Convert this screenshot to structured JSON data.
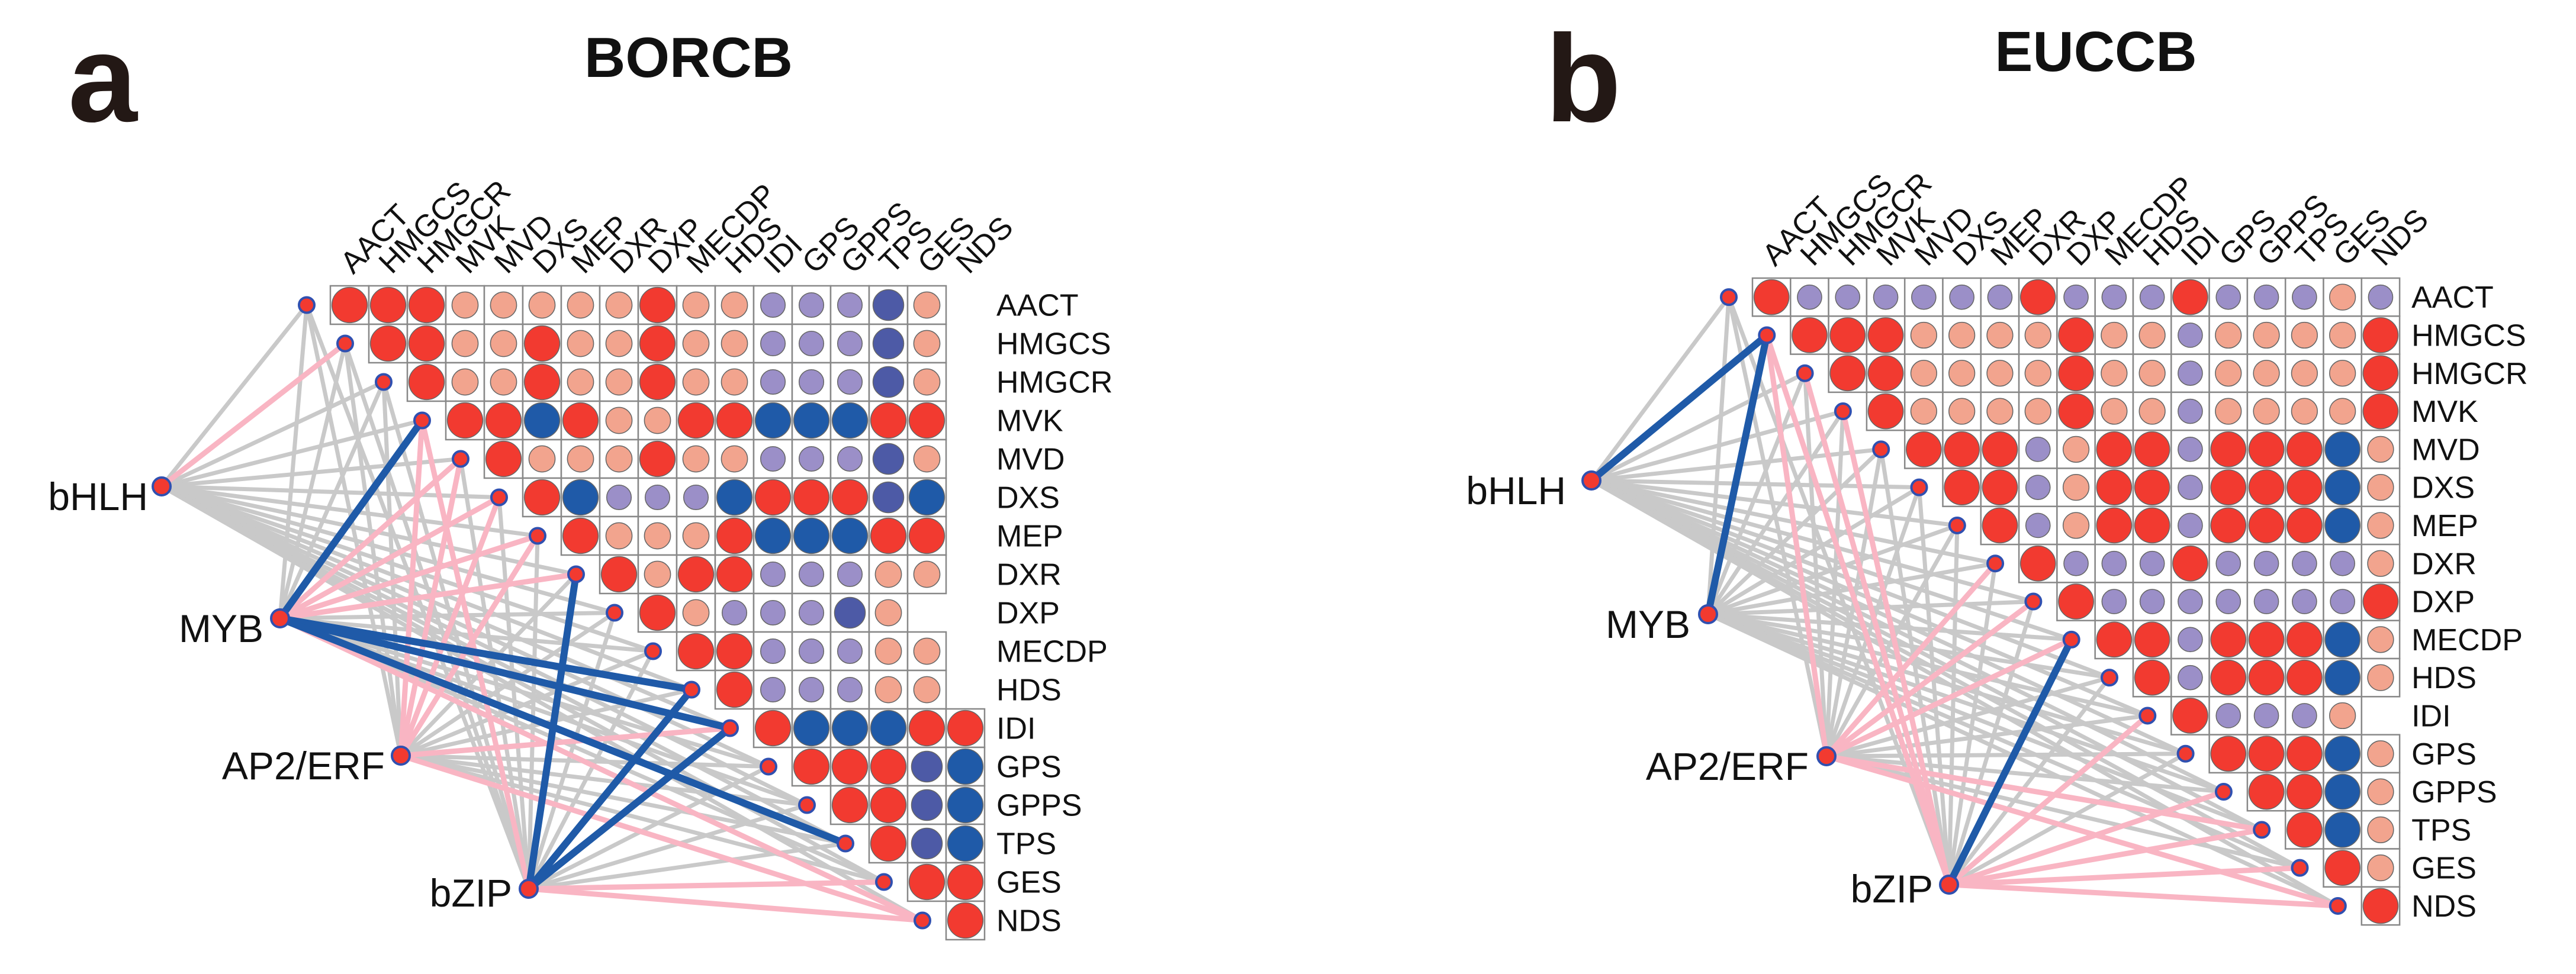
{
  "chart_data": [
    {
      "type": "heatmap",
      "panel_letter": "a",
      "title": "BORCB",
      "genes": [
        "AACT",
        "HMGCS",
        "HMGCR",
        "MVK",
        "MVD",
        "DXS",
        "MEP",
        "DXR",
        "DXP",
        "MECDP",
        "HDS",
        "IDI",
        "GPS",
        "GPPS",
        "TPS",
        "GES",
        "NDS"
      ],
      "tf_families": [
        "bHLH",
        "MYB",
        "AP2/ERF",
        "bZIP"
      ],
      "colors": {
        "strong_positive": "#f23a30",
        "weak_positive": "#f2a48e",
        "weak_negative": "#9b8fc8",
        "strong_negative": "#1f5aa8",
        "mid_negative": "#4d5aa6",
        "node": "#f23a30",
        "node_border": "#3050b0",
        "edge_positive": "#f9b5c3",
        "edge_negative": "#1f5aa8",
        "edge_neutral": "#c9c9c9",
        "grid": "#888888"
      },
      "matrix": [
        "RRRPPPPPRPPLLLNP",
        "RRPPRPPRPPLLLNP",
        "RPPRPPRPPLLLNP",
        "RRBRPPRRBBBRR",
        "RPPPRPPLLLNP",
        "RBLLLBRRRNB",
        "RPPPRBBBRR",
        "RPRRLLLPP",
        "RPLLLNP",
        "RRLLLPP",
        "RLLLPP",
        "RBBBRR",
        "RRRNB",
        "RRNB",
        "RNB",
        "RR",
        "R"
      ],
      "edges": [
        {
          "tf": "bHLH",
          "gene": "AACT",
          "sign": "neutral"
        },
        {
          "tf": "bHLH",
          "gene": "HMGCS",
          "sign": "positive"
        },
        {
          "tf": "bHLH",
          "gene": "HMGCR",
          "sign": "neutral"
        },
        {
          "tf": "bHLH",
          "gene": "MVK",
          "sign": "neutral"
        },
        {
          "tf": "bHLH",
          "gene": "MVD",
          "sign": "neutral"
        },
        {
          "tf": "bHLH",
          "gene": "DXS",
          "sign": "neutral"
        },
        {
          "tf": "bHLH",
          "gene": "MEP",
          "sign": "neutral"
        },
        {
          "tf": "bHLH",
          "gene": "DXR",
          "sign": "neutral"
        },
        {
          "tf": "bHLH",
          "gene": "DXP",
          "sign": "neutral"
        },
        {
          "tf": "bHLH",
          "gene": "MECDP",
          "sign": "neutral"
        },
        {
          "tf": "bHLH",
          "gene": "HDS",
          "sign": "neutral"
        },
        {
          "tf": "bHLH",
          "gene": "IDI",
          "sign": "neutral"
        },
        {
          "tf": "bHLH",
          "gene": "GPS",
          "sign": "neutral"
        },
        {
          "tf": "bHLH",
          "gene": "GPPS",
          "sign": "neutral"
        },
        {
          "tf": "bHLH",
          "gene": "TPS",
          "sign": "neutral"
        },
        {
          "tf": "bHLH",
          "gene": "GES",
          "sign": "neutral"
        },
        {
          "tf": "bHLH",
          "gene": "NDS",
          "sign": "neutral"
        },
        {
          "tf": "MYB",
          "gene": "AACT",
          "sign": "neutral"
        },
        {
          "tf": "MYB",
          "gene": "HMGCS",
          "sign": "neutral"
        },
        {
          "tf": "MYB",
          "gene": "HMGCR",
          "sign": "neutral"
        },
        {
          "tf": "MYB",
          "gene": "MVK",
          "sign": "negative"
        },
        {
          "tf": "MYB",
          "gene": "MVD",
          "sign": "positive"
        },
        {
          "tf": "MYB",
          "gene": "DXS",
          "sign": "positive"
        },
        {
          "tf": "MYB",
          "gene": "MEP",
          "sign": "positive"
        },
        {
          "tf": "MYB",
          "gene": "DXR",
          "sign": "positive"
        },
        {
          "tf": "MYB",
          "gene": "DXP",
          "sign": "neutral"
        },
        {
          "tf": "MYB",
          "gene": "MECDP",
          "sign": "neutral"
        },
        {
          "tf": "MYB",
          "gene": "HDS",
          "sign": "negative"
        },
        {
          "tf": "MYB",
          "gene": "IDI",
          "sign": "negative"
        },
        {
          "tf": "MYB",
          "gene": "GPS",
          "sign": "neutral"
        },
        {
          "tf": "MYB",
          "gene": "GPPS",
          "sign": "neutral"
        },
        {
          "tf": "MYB",
          "gene": "TPS",
          "sign": "negative"
        },
        {
          "tf": "MYB",
          "gene": "GES",
          "sign": "neutral"
        },
        {
          "tf": "MYB",
          "gene": "NDS",
          "sign": "positive"
        },
        {
          "tf": "AP2/ERF",
          "gene": "AACT",
          "sign": "neutral"
        },
        {
          "tf": "AP2/ERF",
          "gene": "HMGCS",
          "sign": "neutral"
        },
        {
          "tf": "AP2/ERF",
          "gene": "HMGCR",
          "sign": "neutral"
        },
        {
          "tf": "AP2/ERF",
          "gene": "MVK",
          "sign": "positive"
        },
        {
          "tf": "AP2/ERF",
          "gene": "MVD",
          "sign": "positive"
        },
        {
          "tf": "AP2/ERF",
          "gene": "DXS",
          "sign": "positive"
        },
        {
          "tf": "AP2/ERF",
          "gene": "MEP",
          "sign": "positive"
        },
        {
          "tf": "AP2/ERF",
          "gene": "DXR",
          "sign": "neutral"
        },
        {
          "tf": "AP2/ERF",
          "gene": "DXP",
          "sign": "neutral"
        },
        {
          "tf": "AP2/ERF",
          "gene": "MECDP",
          "sign": "neutral"
        },
        {
          "tf": "AP2/ERF",
          "gene": "HDS",
          "sign": "neutral"
        },
        {
          "tf": "AP2/ERF",
          "gene": "IDI",
          "sign": "positive"
        },
        {
          "tf": "AP2/ERF",
          "gene": "GPS",
          "sign": "neutral"
        },
        {
          "tf": "AP2/ERF",
          "gene": "GPPS",
          "sign": "neutral"
        },
        {
          "tf": "AP2/ERF",
          "gene": "TPS",
          "sign": "neutral"
        },
        {
          "tf": "AP2/ERF",
          "gene": "GES",
          "sign": "neutral"
        },
        {
          "tf": "AP2/ERF",
          "gene": "NDS",
          "sign": "positive"
        },
        {
          "tf": "bZIP",
          "gene": "AACT",
          "sign": "neutral"
        },
        {
          "tf": "bZIP",
          "gene": "HMGCS",
          "sign": "neutral"
        },
        {
          "tf": "bZIP",
          "gene": "HMGCR",
          "sign": "neutral"
        },
        {
          "tf": "bZIP",
          "gene": "MVK",
          "sign": "positive"
        },
        {
          "tf": "bZIP",
          "gene": "MVD",
          "sign": "neutral"
        },
        {
          "tf": "bZIP",
          "gene": "DXS",
          "sign": "neutral"
        },
        {
          "tf": "bZIP",
          "gene": "MEP",
          "sign": "neutral"
        },
        {
          "tf": "bZIP",
          "gene": "DXR",
          "sign": "negative"
        },
        {
          "tf": "bZIP",
          "gene": "DXP",
          "sign": "neutral"
        },
        {
          "tf": "bZIP",
          "gene": "MECDP",
          "sign": "neutral"
        },
        {
          "tf": "bZIP",
          "gene": "HDS",
          "sign": "negative"
        },
        {
          "tf": "bZIP",
          "gene": "IDI",
          "sign": "negative"
        },
        {
          "tf": "bZIP",
          "gene": "GPS",
          "sign": "neutral"
        },
        {
          "tf": "bZIP",
          "gene": "GPPS",
          "sign": "neutral"
        },
        {
          "tf": "bZIP",
          "gene": "TPS",
          "sign": "neutral"
        },
        {
          "tf": "bZIP",
          "gene": "GES",
          "sign": "positive"
        },
        {
          "tf": "bZIP",
          "gene": "NDS",
          "sign": "positive"
        }
      ]
    },
    {
      "type": "heatmap",
      "panel_letter": "b",
      "title": "EUCCB",
      "genes": [
        "AACT",
        "HMGCS",
        "HMGCR",
        "MVK",
        "MVD",
        "DXS",
        "MEP",
        "DXR",
        "DXP",
        "MECDP",
        "HDS",
        "IDI",
        "GPS",
        "GPPS",
        "TPS",
        "GES",
        "NDS"
      ],
      "tf_families": [
        "bHLH",
        "MYB",
        "AP2/ERF",
        "bZIP"
      ],
      "colors": {
        "strong_positive": "#f23a30",
        "weak_positive": "#f2a48e",
        "weak_negative": "#9b8fc8",
        "strong_negative": "#1f5aa8",
        "mid_negative": "#4d5aa6",
        "node": "#f23a30",
        "node_border": "#3050b0",
        "edge_positive": "#f9b5c3",
        "edge_negative": "#1f5aa8",
        "edge_neutral": "#c9c9c9",
        "grid": "#888888"
      },
      "matrix": [
        "RLLLLLLRLLLRLLLPL",
        "RRRPPPPRPPLPPPPR",
        "RRPPPPRPPLPPPPR",
        "RPPPPRPPLPPPPR",
        "RRRLPRRLRRRBP",
        "RRLPRRLRRRBP",
        "RLPRRLRRRBP",
        "RLLLRLLLLP",
        "RLLLLLLLR",
        "RRLRRRBP",
        "RLRRRBP",
        "RLLLP",
        "RRRBP",
        "RRBP",
        "RBP",
        "RP",
        "R"
      ],
      "edges": [
        {
          "tf": "bHLH",
          "gene": "AACT",
          "sign": "neutral"
        },
        {
          "tf": "bHLH",
          "gene": "HMGCS",
          "sign": "negative"
        },
        {
          "tf": "bHLH",
          "gene": "HMGCR",
          "sign": "neutral"
        },
        {
          "tf": "bHLH",
          "gene": "MVK",
          "sign": "neutral"
        },
        {
          "tf": "bHLH",
          "gene": "MVD",
          "sign": "neutral"
        },
        {
          "tf": "bHLH",
          "gene": "DXS",
          "sign": "neutral"
        },
        {
          "tf": "bHLH",
          "gene": "MEP",
          "sign": "neutral"
        },
        {
          "tf": "bHLH",
          "gene": "DXR",
          "sign": "neutral"
        },
        {
          "tf": "bHLH",
          "gene": "DXP",
          "sign": "neutral"
        },
        {
          "tf": "bHLH",
          "gene": "MECDP",
          "sign": "neutral"
        },
        {
          "tf": "bHLH",
          "gene": "HDS",
          "sign": "neutral"
        },
        {
          "tf": "bHLH",
          "gene": "IDI",
          "sign": "neutral"
        },
        {
          "tf": "bHLH",
          "gene": "GPS",
          "sign": "neutral"
        },
        {
          "tf": "bHLH",
          "gene": "GPPS",
          "sign": "neutral"
        },
        {
          "tf": "bHLH",
          "gene": "TPS",
          "sign": "neutral"
        },
        {
          "tf": "bHLH",
          "gene": "GES",
          "sign": "neutral"
        },
        {
          "tf": "bHLH",
          "gene": "NDS",
          "sign": "neutral"
        },
        {
          "tf": "MYB",
          "gene": "AACT",
          "sign": "neutral"
        },
        {
          "tf": "MYB",
          "gene": "HMGCS",
          "sign": "negative"
        },
        {
          "tf": "MYB",
          "gene": "HMGCR",
          "sign": "neutral"
        },
        {
          "tf": "MYB",
          "gene": "MVK",
          "sign": "neutral"
        },
        {
          "tf": "MYB",
          "gene": "MVD",
          "sign": "neutral"
        },
        {
          "tf": "MYB",
          "gene": "DXS",
          "sign": "neutral"
        },
        {
          "tf": "MYB",
          "gene": "MEP",
          "sign": "neutral"
        },
        {
          "tf": "MYB",
          "gene": "DXR",
          "sign": "neutral"
        },
        {
          "tf": "MYB",
          "gene": "DXP",
          "sign": "neutral"
        },
        {
          "tf": "MYB",
          "gene": "MECDP",
          "sign": "neutral"
        },
        {
          "tf": "MYB",
          "gene": "HDS",
          "sign": "neutral"
        },
        {
          "tf": "MYB",
          "gene": "IDI",
          "sign": "neutral"
        },
        {
          "tf": "MYB",
          "gene": "GPS",
          "sign": "neutral"
        },
        {
          "tf": "MYB",
          "gene": "GPPS",
          "sign": "neutral"
        },
        {
          "tf": "MYB",
          "gene": "TPS",
          "sign": "neutral"
        },
        {
          "tf": "MYB",
          "gene": "GES",
          "sign": "neutral"
        },
        {
          "tf": "MYB",
          "gene": "NDS",
          "sign": "neutral"
        },
        {
          "tf": "AP2/ERF",
          "gene": "AACT",
          "sign": "neutral"
        },
        {
          "tf": "AP2/ERF",
          "gene": "HMGCS",
          "sign": "positive"
        },
        {
          "tf": "AP2/ERF",
          "gene": "HMGCR",
          "sign": "neutral"
        },
        {
          "tf": "AP2/ERF",
          "gene": "MVK",
          "sign": "neutral"
        },
        {
          "tf": "AP2/ERF",
          "gene": "MVD",
          "sign": "neutral"
        },
        {
          "tf": "AP2/ERF",
          "gene": "DXS",
          "sign": "neutral"
        },
        {
          "tf": "AP2/ERF",
          "gene": "MEP",
          "sign": "neutral"
        },
        {
          "tf": "AP2/ERF",
          "gene": "DXR",
          "sign": "positive"
        },
        {
          "tf": "AP2/ERF",
          "gene": "DXP",
          "sign": "positive"
        },
        {
          "tf": "AP2/ERF",
          "gene": "MECDP",
          "sign": "positive"
        },
        {
          "tf": "AP2/ERF",
          "gene": "HDS",
          "sign": "neutral"
        },
        {
          "tf": "AP2/ERF",
          "gene": "IDI",
          "sign": "neutral"
        },
        {
          "tf": "AP2/ERF",
          "gene": "GPS",
          "sign": "neutral"
        },
        {
          "tf": "AP2/ERF",
          "gene": "GPPS",
          "sign": "neutral"
        },
        {
          "tf": "AP2/ERF",
          "gene": "TPS",
          "sign": "positive"
        },
        {
          "tf": "AP2/ERF",
          "gene": "GES",
          "sign": "neutral"
        },
        {
          "tf": "AP2/ERF",
          "gene": "NDS",
          "sign": "positive"
        },
        {
          "tf": "bZIP",
          "gene": "AACT",
          "sign": "neutral"
        },
        {
          "tf": "bZIP",
          "gene": "HMGCS",
          "sign": "positive"
        },
        {
          "tf": "bZIP",
          "gene": "HMGCR",
          "sign": "positive"
        },
        {
          "tf": "bZIP",
          "gene": "MVK",
          "sign": "positive"
        },
        {
          "tf": "bZIP",
          "gene": "MVD",
          "sign": "neutral"
        },
        {
          "tf": "bZIP",
          "gene": "DXS",
          "sign": "neutral"
        },
        {
          "tf": "bZIP",
          "gene": "MEP",
          "sign": "neutral"
        },
        {
          "tf": "bZIP",
          "gene": "DXR",
          "sign": "neutral"
        },
        {
          "tf": "bZIP",
          "gene": "DXP",
          "sign": "neutral"
        },
        {
          "tf": "bZIP",
          "gene": "MECDP",
          "sign": "negative"
        },
        {
          "tf": "bZIP",
          "gene": "HDS",
          "sign": "neutral"
        },
        {
          "tf": "bZIP",
          "gene": "IDI",
          "sign": "positive"
        },
        {
          "tf": "bZIP",
          "gene": "GPS",
          "sign": "neutral"
        },
        {
          "tf": "bZIP",
          "gene": "GPPS",
          "sign": "positive"
        },
        {
          "tf": "bZIP",
          "gene": "TPS",
          "sign": "positive"
        },
        {
          "tf": "bZIP",
          "gene": "GES",
          "sign": "positive"
        },
        {
          "tf": "bZIP",
          "gene": "NDS",
          "sign": "positive"
        }
      ]
    }
  ]
}
